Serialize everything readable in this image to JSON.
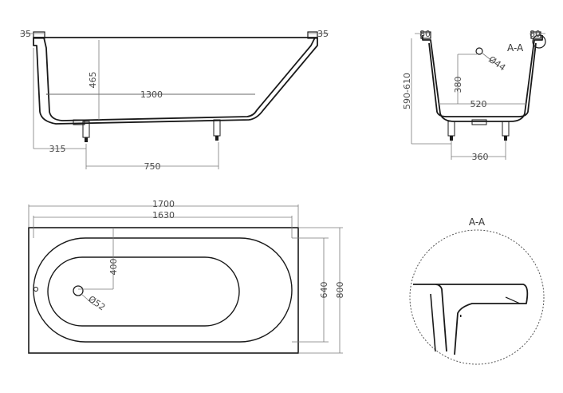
{
  "side_view": {
    "rim_left": "35",
    "rim_right": "35",
    "depth": "465",
    "inner_length": "1300",
    "leg_offset": "315",
    "leg_spacing": "750"
  },
  "section_view": {
    "label": "A-A",
    "rim_left": "80",
    "rim_right": "80",
    "height_range": "590-610",
    "overflow_height": "380",
    "overflow_diameter": "Ø44",
    "bottom_width": "520",
    "leg_spacing": "360"
  },
  "top_view": {
    "outer_length": "1700",
    "inner_length": "1630",
    "drain_offset": "400",
    "drain_diameter": "Ø52",
    "inner_width": "640",
    "outer_width": "800"
  },
  "detail_view": {
    "label": "A-A"
  },
  "colors": {
    "outline": "#1a1a1a",
    "dimension": "#7a7a7a",
    "text": "#4a4a4a"
  }
}
